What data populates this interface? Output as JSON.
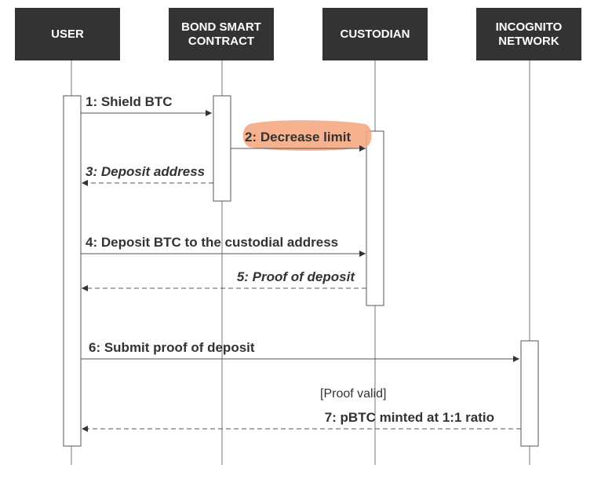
{
  "participants": [
    {
      "id": "user",
      "label": "USER"
    },
    {
      "id": "bond",
      "label": "BOND SMART\nCONTRACT"
    },
    {
      "id": "custodian",
      "label": "CUSTODIAN"
    },
    {
      "id": "incognito",
      "label": "INCOGNITO\nNETWORK"
    }
  ],
  "messages": [
    {
      "label": "1: Shield BTC",
      "from": "user",
      "to": "bond",
      "style": "solid"
    },
    {
      "label": "2: Decrease limit",
      "from": "bond",
      "to": "custodian",
      "style": "solid",
      "highlight": "#f5a882"
    },
    {
      "label": "3: Deposit address",
      "from": "bond",
      "to": "user",
      "style": "dashed"
    },
    {
      "label": "4: Deposit BTC to the custodial address",
      "from": "user",
      "to": "custodian",
      "style": "solid"
    },
    {
      "label": "5: Proof of deposit",
      "from": "custodian",
      "to": "user",
      "style": "dashed"
    },
    {
      "label": "6: Submit proof of deposit",
      "from": "user",
      "to": "incognito",
      "style": "solid"
    },
    {
      "label": "7: pBTC minted at 1:1 ratio",
      "from": "incognito",
      "to": "user",
      "style": "dashed"
    }
  ],
  "guards": [
    {
      "label": "[Proof valid]",
      "before_message": 7
    }
  ],
  "colors": {
    "actor_fill": "#333333",
    "actor_text": "#ffffff",
    "line": "#555555",
    "text": "#333333",
    "highlight": "#f5a882"
  }
}
